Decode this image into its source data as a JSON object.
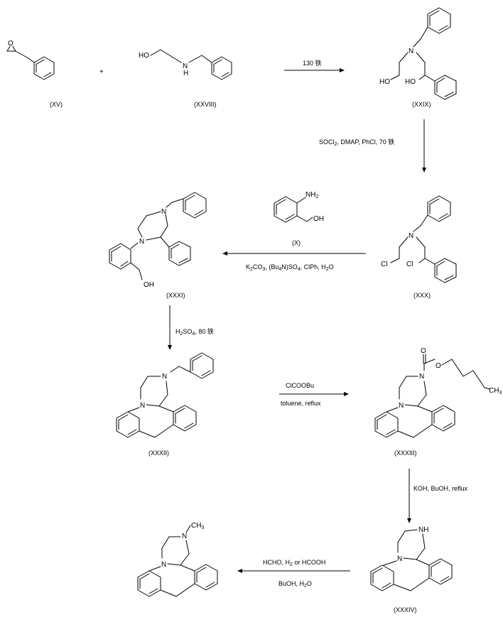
{
  "compounds": {
    "xv": "(XV)",
    "xxviii": "(XXVIII)",
    "xxix": "(XXIX)",
    "x": "(X)",
    "xxx": "(XXX)",
    "xxxi": "(XXXI)",
    "xxxii": "(XXXII)",
    "xxxiii": "(XXXIII)",
    "xxxiv": "(XXXIV)"
  },
  "plus_sign": "+",
  "atoms": {
    "o": "O",
    "n": "N",
    "ho": "HO",
    "h": "H",
    "oh": "OH",
    "cl": "Cl",
    "nh": "NH",
    "nh2": "NH",
    "two": "2",
    "ch3": "CH",
    "three": "3"
  },
  "conditions": {
    "step1": "130 铁",
    "step2_a": "SOCl",
    "step2_sub": "2",
    "step2_b": ", DMAP, PhCl, 70 铁",
    "step3_k2": "K",
    "step3_s1": "2",
    "step3_co3": "CO",
    "step3_s2": "3",
    "step3_bu": ", (Bu",
    "step3_s3": "4",
    "step3_nso": "N)SO",
    "step3_s4": "4",
    "step3_rest": ", ClPh, H",
    "step3_s5": "2",
    "step3_o": "O",
    "step4_h": "H",
    "step4_s1": "2",
    "step4_so": "SO",
    "step4_s2": "4",
    "step4_rest": ", 80 铁",
    "step5_top": "ClCOOBu",
    "step5_bottom": "toluene, reflux",
    "step6": "KOH, BuOH, reflux",
    "step7_a": "HCHO, H",
    "step7_sub": "2",
    "step7_b": " or HCOOH",
    "step7_bottom": "BuOH, H",
    "step7_sub2": "2",
    "step7_o": "O"
  }
}
